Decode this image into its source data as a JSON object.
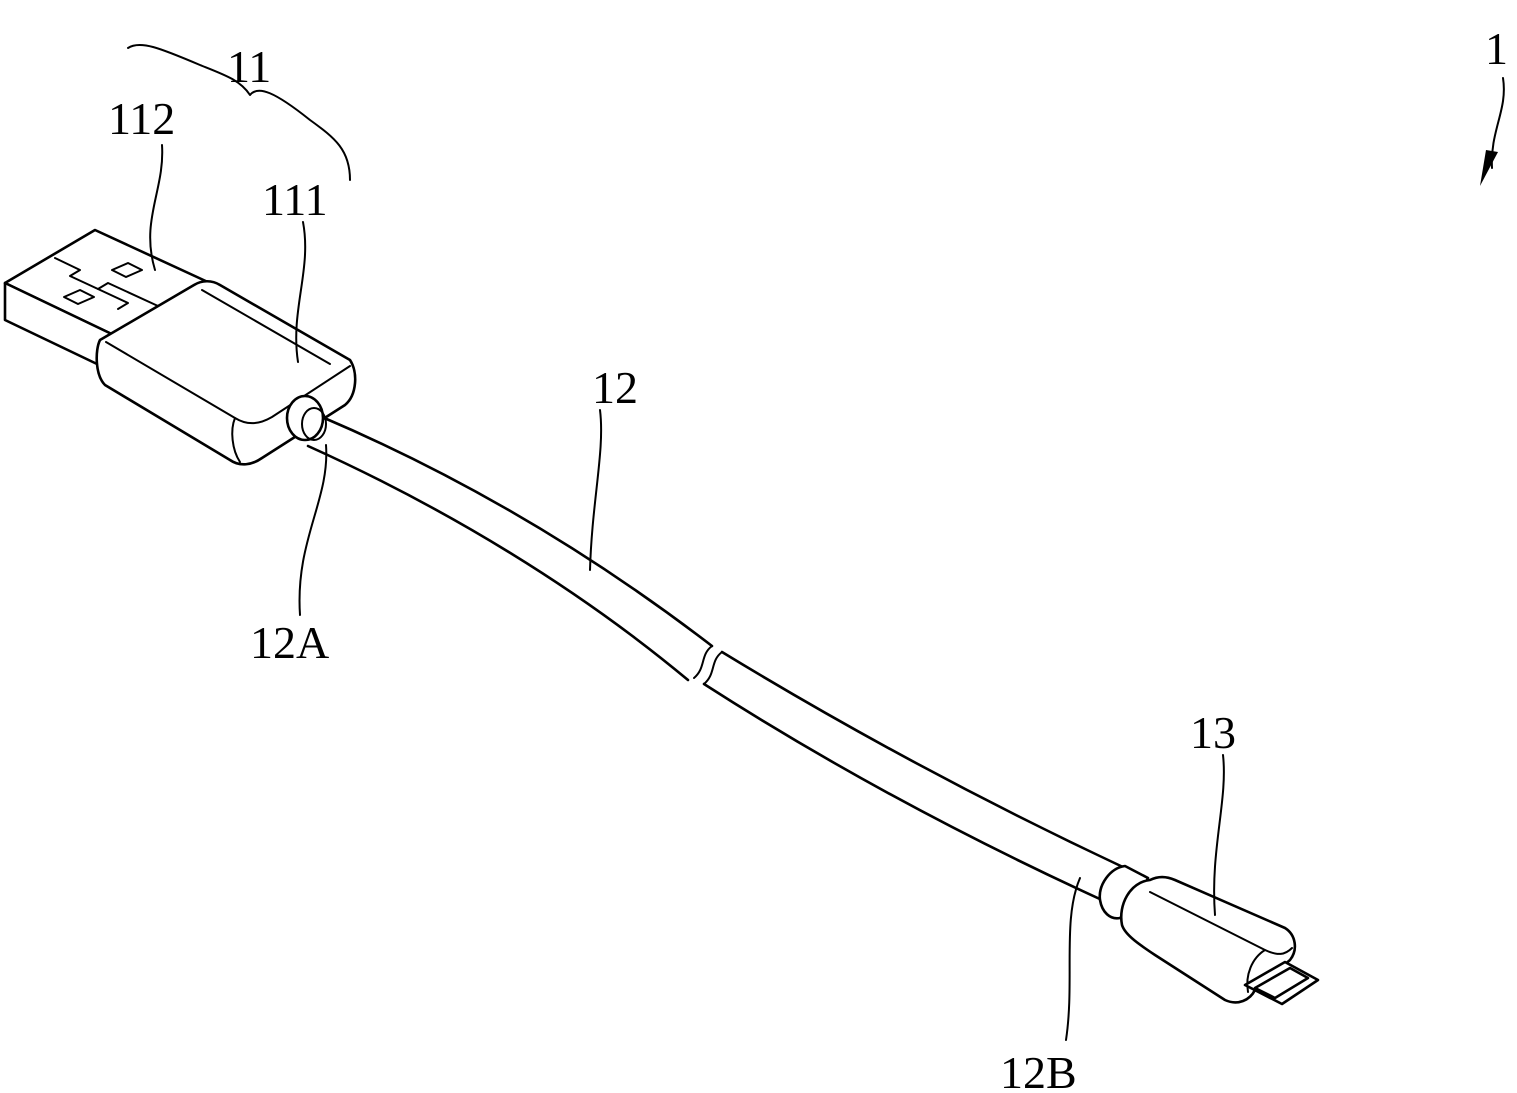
{
  "labels": {
    "l1": "1",
    "l11": "11",
    "l111": "111",
    "l112": "112",
    "l12": "12",
    "l12a": "12A",
    "l12b": "12B",
    "l13": "13"
  }
}
